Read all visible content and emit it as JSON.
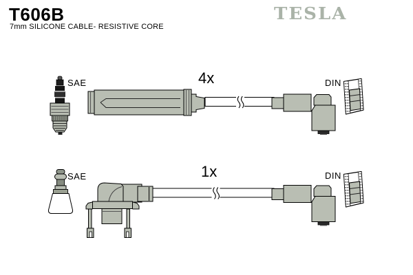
{
  "header": {
    "part_number": "T606B",
    "subtitle": "7mm SILICONE CABLE- RESISTIVE CORE",
    "brand": "TESLA"
  },
  "diagram": {
    "rows": [
      {
        "quantity": "4x",
        "left_label": "SAE",
        "right_label": "DIN",
        "left_icon": "spark-plug-icon",
        "boot_style": "straight-boot",
        "right_icon": "din-terminal-cross-section-icon"
      },
      {
        "quantity": "1x",
        "left_label": "SAE",
        "right_label": "DIN",
        "left_icon": "spark-plug-cone-cap-icon",
        "boot_style": "angled-boot-with-bracket",
        "right_icon": "din-terminal-cross-section-icon"
      }
    ]
  },
  "colors": {
    "brand": "#aab3a8",
    "part_fill": "#b9beb3",
    "outline": "#000000",
    "background": "#ffffff"
  }
}
